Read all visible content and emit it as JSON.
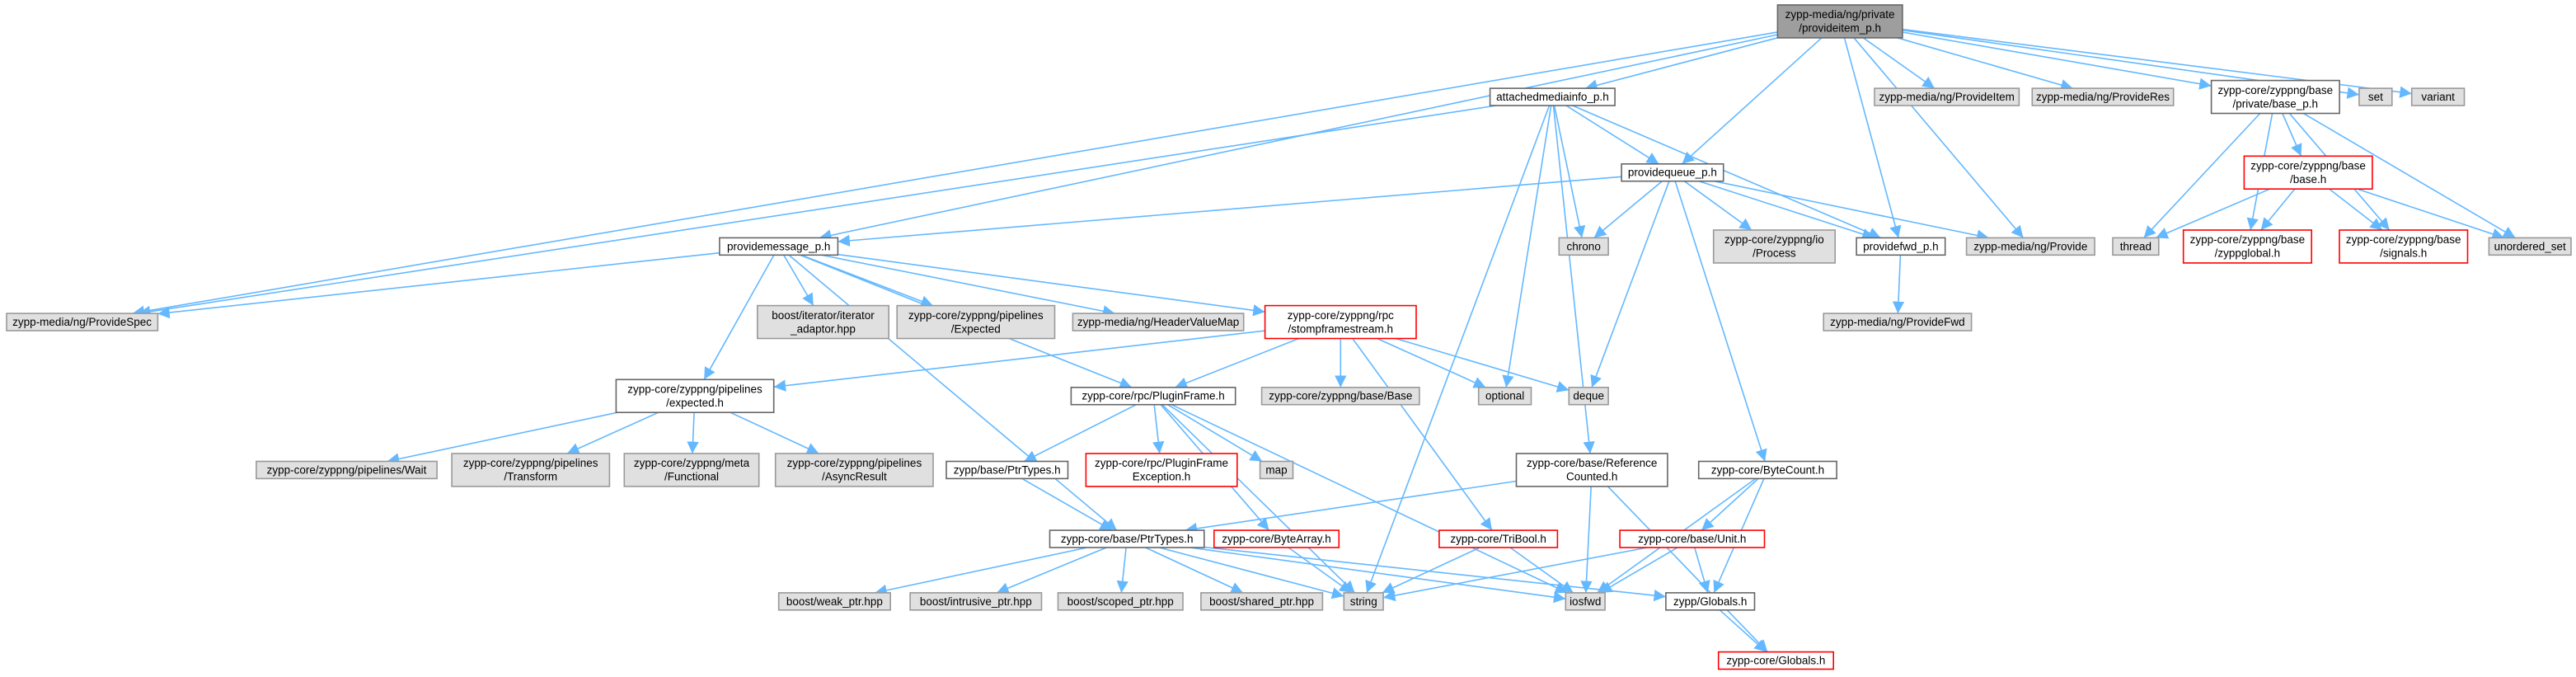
{
  "graph": {
    "nodes": [
      {
        "id": "root",
        "lines": [
          "zypp-media/ng/private",
          "/provideitem_p.h"
        ],
        "style": "root"
      },
      {
        "id": "attachedmediainfo",
        "lines": [
          "attachedmediainfo_p.h"
        ],
        "style": "white"
      },
      {
        "id": "ng_provideitem",
        "lines": [
          "zypp-media/ng/ProvideItem"
        ],
        "style": "gray"
      },
      {
        "id": "ng_provideres",
        "lines": [
          "zypp-media/ng/ProvideRes"
        ],
        "style": "gray"
      },
      {
        "id": "base_p",
        "lines": [
          "zypp-core/zyppng/base",
          "/private/base_p.h"
        ],
        "style": "white"
      },
      {
        "id": "set",
        "lines": [
          "set"
        ],
        "style": "gray"
      },
      {
        "id": "variant",
        "lines": [
          "variant"
        ],
        "style": "gray"
      },
      {
        "id": "providequeue",
        "lines": [
          "providequeue_p.h"
        ],
        "style": "white"
      },
      {
        "id": "base_h",
        "lines": [
          "zypp-core/zyppng/base",
          "/base.h"
        ],
        "style": "red"
      },
      {
        "id": "providemessage",
        "lines": [
          "providemessage_p.h"
        ],
        "style": "white"
      },
      {
        "id": "chrono",
        "lines": [
          "chrono"
        ],
        "style": "gray"
      },
      {
        "id": "io_process",
        "lines": [
          "zypp-core/zyppng/io",
          "/Process"
        ],
        "style": "gray"
      },
      {
        "id": "providefwd",
        "lines": [
          "providefwd_p.h"
        ],
        "style": "white"
      },
      {
        "id": "ng_provide",
        "lines": [
          "zypp-media/ng/Provide"
        ],
        "style": "gray"
      },
      {
        "id": "thread",
        "lines": [
          "thread"
        ],
        "style": "gray"
      },
      {
        "id": "zyppglobal",
        "lines": [
          "zypp-core/zyppng/base",
          "/zyppglobal.h"
        ],
        "style": "red"
      },
      {
        "id": "signals",
        "lines": [
          "zypp-core/zyppng/base",
          "/signals.h"
        ],
        "style": "red"
      },
      {
        "id": "unordered_set",
        "lines": [
          "unordered_set"
        ],
        "style": "gray"
      },
      {
        "id": "ng_providespec",
        "lines": [
          "zypp-media/ng/ProvideSpec"
        ],
        "style": "gray"
      },
      {
        "id": "iterator_adaptor",
        "lines": [
          "boost/iterator/iterator",
          "_adaptor.hpp"
        ],
        "style": "gray"
      },
      {
        "id": "pipelines_expected_cap",
        "lines": [
          "zypp-core/zyppng/pipelines",
          "/Expected"
        ],
        "style": "gray"
      },
      {
        "id": "headervaluemap",
        "lines": [
          "zypp-media/ng/HeaderValueMap"
        ],
        "style": "gray"
      },
      {
        "id": "stompframestream",
        "lines": [
          "zypp-core/zyppng/rpc",
          "/stompframestream.h"
        ],
        "style": "red"
      },
      {
        "id": "ng_providefwd",
        "lines": [
          "zypp-media/ng/ProvideFwd"
        ],
        "style": "gray"
      },
      {
        "id": "expected_h",
        "lines": [
          "zypp-core/zyppng/pipelines",
          "/expected.h"
        ],
        "style": "white"
      },
      {
        "id": "pluginframe",
        "lines": [
          "zypp-core/rpc/PluginFrame.h"
        ],
        "style": "white"
      },
      {
        "id": "zyppng_base_base",
        "lines": [
          "zypp-core/zyppng/base/Base"
        ],
        "style": "gray"
      },
      {
        "id": "optional",
        "lines": [
          "optional"
        ],
        "style": "gray"
      },
      {
        "id": "deque",
        "lines": [
          "deque"
        ],
        "style": "gray"
      },
      {
        "id": "pipelines_wait",
        "lines": [
          "zypp-core/zyppng/pipelines/Wait"
        ],
        "style": "gray"
      },
      {
        "id": "pipelines_transform",
        "lines": [
          "zypp-core/zyppng/pipelines",
          "/Transform"
        ],
        "style": "gray"
      },
      {
        "id": "meta_functional",
        "lines": [
          "zypp-core/zyppng/meta",
          "/Functional"
        ],
        "style": "gray"
      },
      {
        "id": "pipelines_asyncresult",
        "lines": [
          "zypp-core/zyppng/pipelines",
          "/AsyncResult"
        ],
        "style": "gray"
      },
      {
        "id": "zypp_ptrtypes",
        "lines": [
          "zypp/base/PtrTypes.h"
        ],
        "style": "white"
      },
      {
        "id": "pluginframeexception",
        "lines": [
          "zypp-core/rpc/PluginFrame",
          "Exception.h"
        ],
        "style": "red"
      },
      {
        "id": "map",
        "lines": [
          "map"
        ],
        "style": "gray"
      },
      {
        "id": "referencecounted",
        "lines": [
          "zypp-core/base/Reference",
          "Counted.h"
        ],
        "style": "white"
      },
      {
        "id": "bytecount",
        "lines": [
          "zypp-core/ByteCount.h"
        ],
        "style": "white"
      },
      {
        "id": "core_ptrtypes",
        "lines": [
          "zypp-core/base/PtrTypes.h"
        ],
        "style": "white"
      },
      {
        "id": "bytearray",
        "lines": [
          "zypp-core/ByteArray.h"
        ],
        "style": "red"
      },
      {
        "id": "tribool",
        "lines": [
          "zypp-core/TriBool.h"
        ],
        "style": "red"
      },
      {
        "id": "unit",
        "lines": [
          "zypp-core/base/Unit.h"
        ],
        "style": "red"
      },
      {
        "id": "weak_ptr",
        "lines": [
          "boost/weak_ptr.hpp"
        ],
        "style": "gray"
      },
      {
        "id": "intrusive_ptr",
        "lines": [
          "boost/intrusive_ptr.hpp"
        ],
        "style": "gray"
      },
      {
        "id": "scoped_ptr",
        "lines": [
          "boost/scoped_ptr.hpp"
        ],
        "style": "gray"
      },
      {
        "id": "shared_ptr",
        "lines": [
          "boost/shared_ptr.hpp"
        ],
        "style": "gray"
      },
      {
        "id": "string",
        "lines": [
          "string"
        ],
        "style": "gray"
      },
      {
        "id": "iosfwd",
        "lines": [
          "iosfwd"
        ],
        "style": "gray"
      },
      {
        "id": "zypp_globals",
        "lines": [
          "zypp/Globals.h"
        ],
        "style": "white"
      },
      {
        "id": "core_globals",
        "lines": [
          "zypp-core/Globals.h"
        ],
        "style": "red"
      }
    ],
    "edges": [
      [
        "root",
        "attachedmediainfo"
      ],
      [
        "root",
        "ng_provideitem"
      ],
      [
        "root",
        "ng_provideres"
      ],
      [
        "root",
        "base_p"
      ],
      [
        "root",
        "set"
      ],
      [
        "root",
        "variant"
      ],
      [
        "root",
        "providequeue"
      ],
      [
        "root",
        "providemessage"
      ],
      [
        "root",
        "ng_providespec"
      ],
      [
        "root",
        "providefwd"
      ],
      [
        "root",
        "ng_provide"
      ],
      [
        "attachedmediainfo",
        "providequeue"
      ],
      [
        "attachedmediainfo",
        "chrono"
      ],
      [
        "attachedmediainfo",
        "providefwd"
      ],
      [
        "attachedmediainfo",
        "optional"
      ],
      [
        "attachedmediainfo",
        "referencecounted"
      ],
      [
        "attachedmediainfo",
        "ng_providespec"
      ],
      [
        "attachedmediainfo",
        "string"
      ],
      [
        "base_p",
        "base_h"
      ],
      [
        "base_p",
        "thread"
      ],
      [
        "base_p",
        "zyppglobal"
      ],
      [
        "base_p",
        "signals"
      ],
      [
        "base_p",
        "unordered_set"
      ],
      [
        "base_h",
        "thread"
      ],
      [
        "base_h",
        "zyppglobal"
      ],
      [
        "base_h",
        "signals"
      ],
      [
        "base_h",
        "unordered_set"
      ],
      [
        "providequeue",
        "providemessage"
      ],
      [
        "providequeue",
        "chrono"
      ],
      [
        "providequeue",
        "io_process"
      ],
      [
        "providequeue",
        "providefwd"
      ],
      [
        "providequeue",
        "ng_provide"
      ],
      [
        "providequeue",
        "deque"
      ],
      [
        "providequeue",
        "bytecount"
      ],
      [
        "providefwd",
        "ng_providefwd"
      ],
      [
        "providemessage",
        "ng_providespec"
      ],
      [
        "providemessage",
        "iterator_adaptor"
      ],
      [
        "providemessage",
        "pipelines_expected_cap"
      ],
      [
        "providemessage",
        "headervaluemap"
      ],
      [
        "providemessage",
        "stompframestream"
      ],
      [
        "providemessage",
        "expected_h"
      ],
      [
        "providemessage",
        "pluginframe"
      ],
      [
        "providemessage",
        "core_ptrtypes"
      ],
      [
        "stompframestream",
        "expected_h"
      ],
      [
        "stompframestream",
        "pluginframe"
      ],
      [
        "stompframestream",
        "zyppng_base_base"
      ],
      [
        "stompframestream",
        "optional"
      ],
      [
        "stompframestream",
        "deque"
      ],
      [
        "stompframestream",
        "tribool"
      ],
      [
        "expected_h",
        "pipelines_wait"
      ],
      [
        "expected_h",
        "pipelines_transform"
      ],
      [
        "expected_h",
        "meta_functional"
      ],
      [
        "expected_h",
        "pipelines_asyncresult"
      ],
      [
        "pluginframe",
        "zypp_ptrtypes"
      ],
      [
        "pluginframe",
        "pluginframeexception"
      ],
      [
        "pluginframe",
        "map"
      ],
      [
        "pluginframe",
        "bytearray"
      ],
      [
        "pluginframe",
        "string"
      ],
      [
        "pluginframe",
        "iosfwd"
      ],
      [
        "zypp_ptrtypes",
        "core_ptrtypes"
      ],
      [
        "referencecounted",
        "core_ptrtypes"
      ],
      [
        "referencecounted",
        "iosfwd"
      ],
      [
        "referencecounted",
        "core_globals"
      ],
      [
        "bytecount",
        "unit"
      ],
      [
        "bytecount",
        "iosfwd"
      ],
      [
        "bytecount",
        "zypp_globals"
      ],
      [
        "core_ptrtypes",
        "weak_ptr"
      ],
      [
        "core_ptrtypes",
        "intrusive_ptr"
      ],
      [
        "core_ptrtypes",
        "scoped_ptr"
      ],
      [
        "core_ptrtypes",
        "shared_ptr"
      ],
      [
        "core_ptrtypes",
        "string"
      ],
      [
        "core_ptrtypes",
        "iosfwd"
      ],
      [
        "core_ptrtypes",
        "zypp_globals"
      ],
      [
        "bytearray",
        "string"
      ],
      [
        "tribool",
        "string"
      ],
      [
        "tribool",
        "iosfwd"
      ],
      [
        "unit",
        "string"
      ],
      [
        "unit",
        "iosfwd"
      ],
      [
        "unit",
        "zypp_globals"
      ],
      [
        "zypp_globals",
        "core_globals"
      ]
    ]
  }
}
